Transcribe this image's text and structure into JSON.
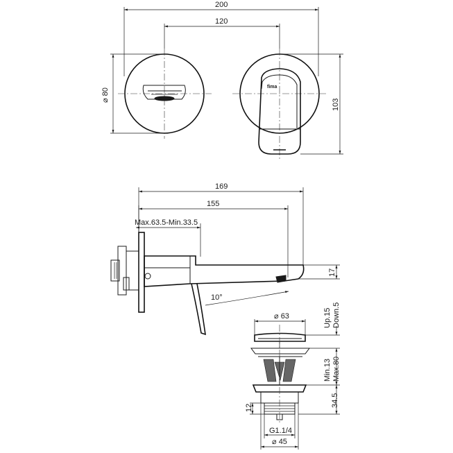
{
  "dimensions": {
    "top_overall_width": "200",
    "top_centers": "120",
    "top_diameter": "80",
    "top_height": "103",
    "side_overall": "169",
    "side_spout": "155",
    "side_wall_range": "Max.63.5-Min.33.5",
    "side_angle": "10°",
    "side_spout_height": "17",
    "waste_diameter_top": "63",
    "waste_stroke_up": "Up.15",
    "waste_stroke_down": "Down.5",
    "waste_min": "Min.13",
    "waste_max": "Max.80",
    "waste_body": "34.5",
    "waste_thread_len": "12",
    "waste_thread": "G1.1/4",
    "waste_diameter_bottom": "45"
  },
  "brand_mark": "fima"
}
